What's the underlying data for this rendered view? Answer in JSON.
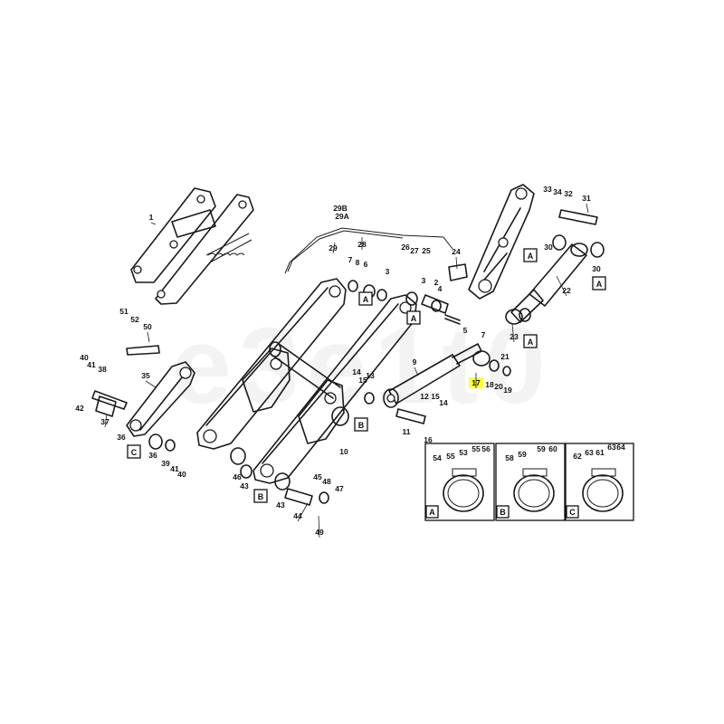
{
  "watermark": "e3e1t0",
  "highlight_color": "#ffff33",
  "callouts": [
    {
      "id": "1",
      "label": "1"
    },
    {
      "id": "2",
      "label": "2"
    },
    {
      "id": "3a",
      "label": "3"
    },
    {
      "id": "3b",
      "label": "3"
    },
    {
      "id": "4",
      "label": "4"
    },
    {
      "id": "5",
      "label": "5"
    },
    {
      "id": "6",
      "label": "6"
    },
    {
      "id": "7a",
      "label": "7"
    },
    {
      "id": "7b",
      "label": "7"
    },
    {
      "id": "8",
      "label": "8"
    },
    {
      "id": "9",
      "label": "9"
    },
    {
      "id": "10",
      "label": "10"
    },
    {
      "id": "11",
      "label": "11"
    },
    {
      "id": "12",
      "label": "12"
    },
    {
      "id": "13",
      "label": "13"
    },
    {
      "id": "14a",
      "label": "14"
    },
    {
      "id": "14b",
      "label": "14"
    },
    {
      "id": "15a",
      "label": "15"
    },
    {
      "id": "15b",
      "label": "15"
    },
    {
      "id": "16",
      "label": "16"
    },
    {
      "id": "17",
      "label": "17"
    },
    {
      "id": "18",
      "label": "18"
    },
    {
      "id": "19",
      "label": "19"
    },
    {
      "id": "20",
      "label": "20"
    },
    {
      "id": "21",
      "label": "21"
    },
    {
      "id": "22",
      "label": "22"
    },
    {
      "id": "23",
      "label": "23"
    },
    {
      "id": "24",
      "label": "24"
    },
    {
      "id": "25",
      "label": "25"
    },
    {
      "id": "26",
      "label": "26"
    },
    {
      "id": "27",
      "label": "27"
    },
    {
      "id": "28",
      "label": "28"
    },
    {
      "id": "29",
      "label": "29"
    },
    {
      "id": "29A",
      "label": "29A"
    },
    {
      "id": "29B",
      "label": "29B"
    },
    {
      "id": "30a",
      "label": "30"
    },
    {
      "id": "30b",
      "label": "30"
    },
    {
      "id": "31",
      "label": "31"
    },
    {
      "id": "32",
      "label": "32"
    },
    {
      "id": "33",
      "label": "33"
    },
    {
      "id": "34",
      "label": "34"
    },
    {
      "id": "35",
      "label": "35"
    },
    {
      "id": "36a",
      "label": "36"
    },
    {
      "id": "36b",
      "label": "36"
    },
    {
      "id": "37",
      "label": "37"
    },
    {
      "id": "38",
      "label": "38"
    },
    {
      "id": "39",
      "label": "39"
    },
    {
      "id": "40a",
      "label": "40"
    },
    {
      "id": "40b",
      "label": "40"
    },
    {
      "id": "41a",
      "label": "41"
    },
    {
      "id": "41b",
      "label": "41"
    },
    {
      "id": "42",
      "label": "42"
    },
    {
      "id": "43a",
      "label": "43"
    },
    {
      "id": "43b",
      "label": "43"
    },
    {
      "id": "44",
      "label": "44"
    },
    {
      "id": "45",
      "label": "45"
    },
    {
      "id": "46",
      "label": "46"
    },
    {
      "id": "47",
      "label": "47"
    },
    {
      "id": "48",
      "label": "48"
    },
    {
      "id": "49",
      "label": "49"
    },
    {
      "id": "50",
      "label": "50"
    },
    {
      "id": "51",
      "label": "51"
    },
    {
      "id": "52",
      "label": "52"
    },
    {
      "id": "53",
      "label": "53"
    },
    {
      "id": "54",
      "label": "54"
    },
    {
      "id": "55a",
      "label": "55"
    },
    {
      "id": "55b",
      "label": "55"
    },
    {
      "id": "56",
      "label": "56"
    },
    {
      "id": "58",
      "label": "58"
    },
    {
      "id": "59a",
      "label": "59"
    },
    {
      "id": "59b",
      "label": "59"
    },
    {
      "id": "60",
      "label": "60"
    },
    {
      "id": "61",
      "label": "61"
    },
    {
      "id": "62",
      "label": "62"
    },
    {
      "id": "63a",
      "label": "63"
    },
    {
      "id": "63b",
      "label": "63"
    },
    {
      "id": "64",
      "label": "64"
    }
  ],
  "reference_boxes": [
    {
      "id": "r1",
      "label": "A"
    },
    {
      "id": "r2",
      "label": "A"
    },
    {
      "id": "r3",
      "label": "A"
    },
    {
      "id": "r4",
      "label": "A"
    },
    {
      "id": "r5",
      "label": "A"
    },
    {
      "id": "r6",
      "label": "B"
    },
    {
      "id": "r7",
      "label": "B"
    },
    {
      "id": "r8",
      "label": "C"
    }
  ],
  "detail_panels": [
    {
      "id": "A",
      "label": "A"
    },
    {
      "id": "B",
      "label": "B"
    },
    {
      "id": "C",
      "label": "C"
    }
  ]
}
